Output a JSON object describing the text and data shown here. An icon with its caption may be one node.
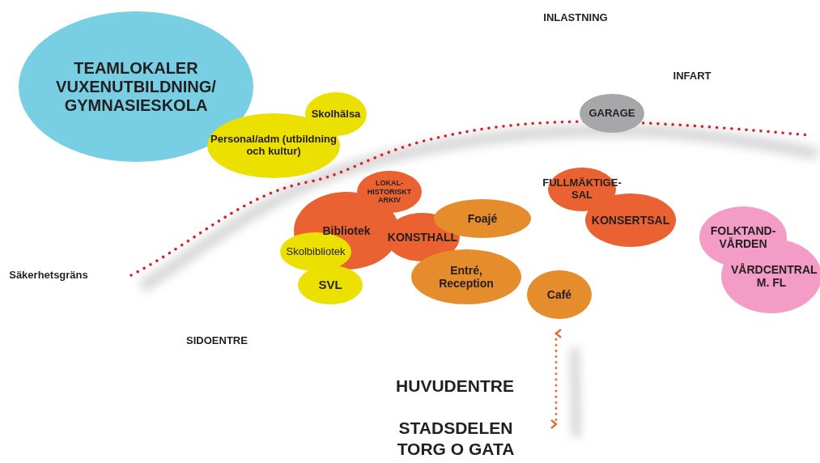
{
  "diagram": {
    "nodes": [
      {
        "text": [
          "TEAMLOKALER VUXENUTBILDNING/ GYMNASIESKOLA"
        ]
      },
      {
        "text": [
          "Skolhälsa"
        ]
      },
      {
        "text": [
          "Personal/adm (utbildning och kultur)"
        ]
      },
      {
        "text": [
          "GARAGE"
        ]
      },
      {
        "text": [
          "LOKAL- HISTORISKT ARKIV"
        ]
      },
      {
        "text": [
          "Bibliotek"
        ]
      },
      {
        "text": [
          "KONSTHALL"
        ]
      },
      {
        "text": [
          "Foajé"
        ]
      },
      {
        "text": [
          "Skolbibliotek"
        ]
      },
      {
        "text": [
          "SVL"
        ]
      },
      {
        "text": [
          "Entré, Reception"
        ]
      },
      {
        "text": [
          "FULLMÄKTIGE- SAL"
        ]
      },
      {
        "text": [
          "KONSERTSAL"
        ]
      },
      {
        "text": [
          "Café"
        ]
      },
      {
        "text": [
          "FOLKTAND- VÅRDEN"
        ]
      },
      {
        "text": [
          "VÅRDCENTRAL M. FL"
        ]
      }
    ],
    "edges": [],
    "labels": [
      "INLASTNING",
      "INFART",
      "Säkerhetsgräns",
      "SIDOENTRE",
      "HUVUDENTRE",
      "STADSDELEN TORG O GATA"
    ]
  }
}
